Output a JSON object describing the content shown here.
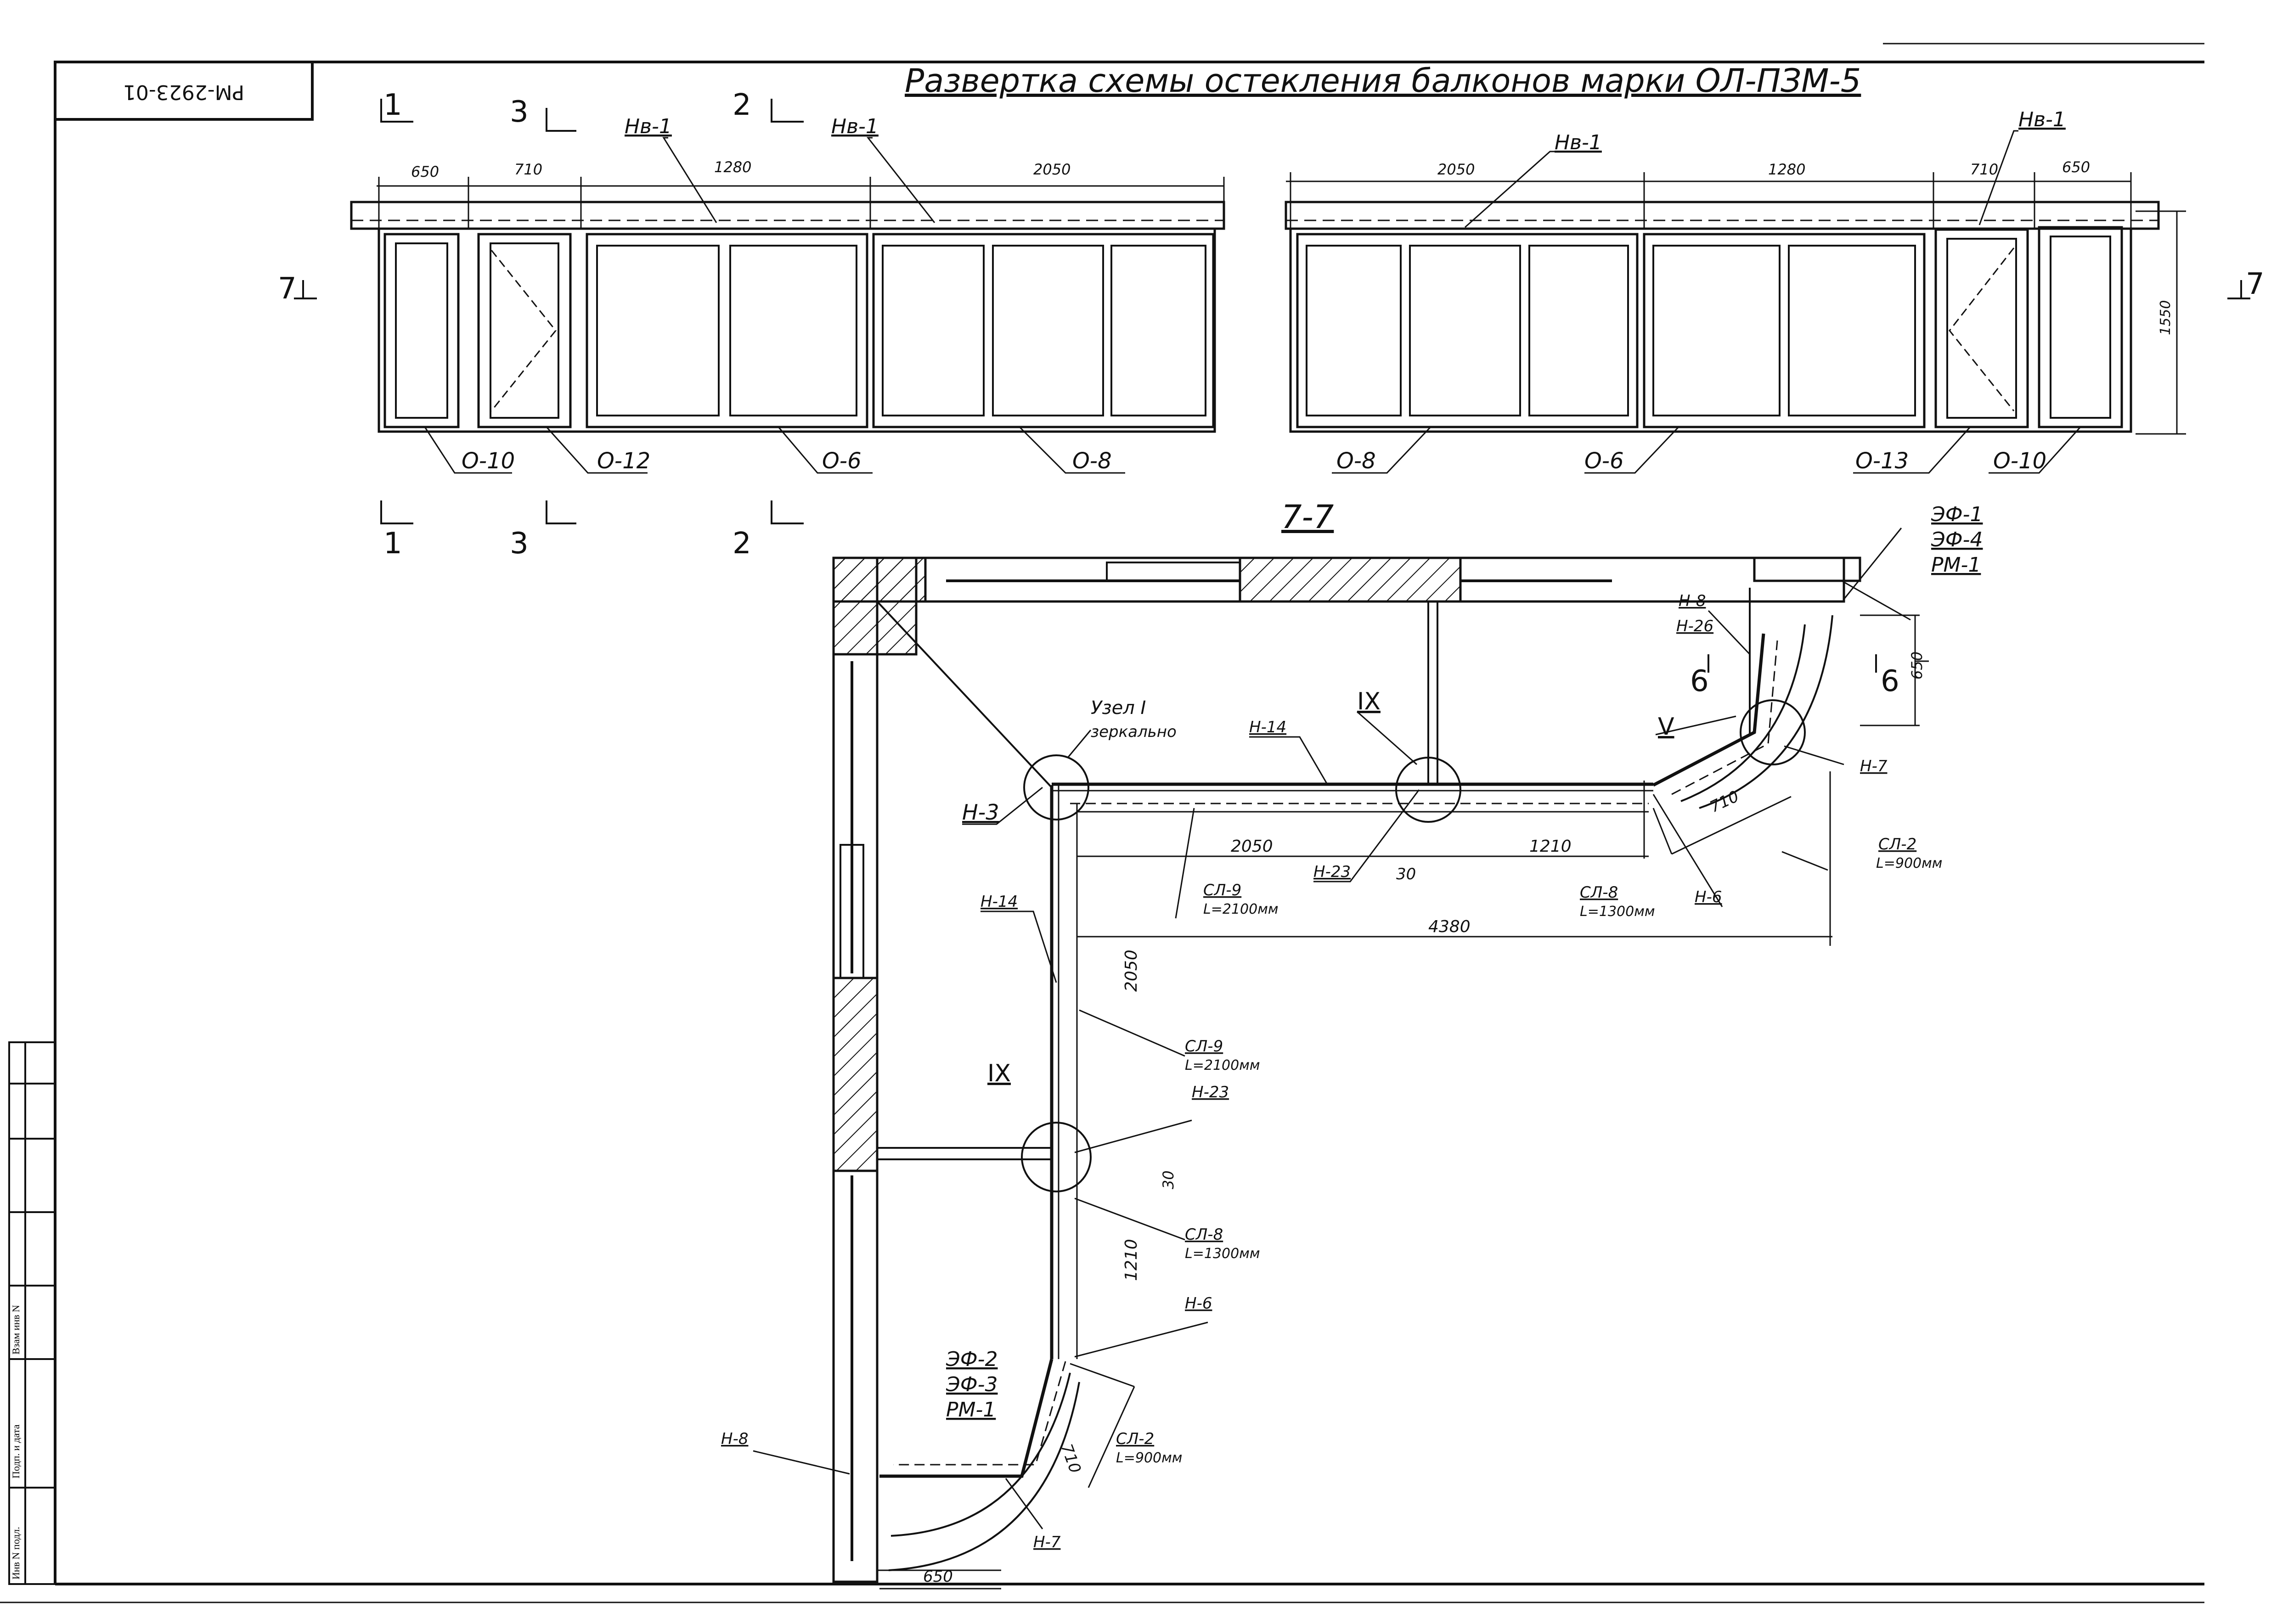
{
  "title": "Развертка схемы остекления балконов марки ОЛ-ПЗМ-5",
  "stamp": "РМ-2923-01",
  "section_view": "7-7",
  "cut_marks": {
    "s1": "1",
    "s2": "2",
    "s3": "3",
    "s6": "6",
    "s7": "7"
  },
  "elevation_left": {
    "dims": [
      "650",
      "710",
      "1280",
      "2050"
    ],
    "callouts": [
      "Нв-1",
      "Нв-1"
    ],
    "windows": [
      "О-10",
      "О-12",
      "О-6",
      "О-8"
    ]
  },
  "elevation_right": {
    "dims": [
      "2050",
      "1280",
      "710",
      "650"
    ],
    "callouts": [
      "Нв-1",
      "Нв-1"
    ],
    "windows": [
      "О-8",
      "О-6",
      "О-13",
      "О-10"
    ],
    "height_dim": "1550"
  },
  "plan": {
    "node_i": "Узел I",
    "node_i_note": "зеркально",
    "node_ix": "IX",
    "node_v": "V",
    "labels": {
      "h3": "Н-3",
      "h14": "Н-14",
      "h23": "Н-23",
      "h6": "Н-6",
      "h7": "Н-7",
      "h8": "Н-8",
      "h26": "Н-26",
      "ef1": "ЭФ-1",
      "ef4": "ЭФ-4",
      "rm1": "РМ-1",
      "ef2": "ЭФ-2",
      "ef3": "ЭФ-3",
      "sl9": "СЛ-9",
      "sl9_len": "L=2100мм",
      "sl8": "СЛ-8",
      "sl8_len": "L=1300мм",
      "sl2": "СЛ-2",
      "sl2_len": "L=900мм"
    },
    "dims": {
      "d2050": "2050",
      "d1210": "1210",
      "d30": "30",
      "d4380": "4380",
      "d710": "710",
      "d650": "650"
    }
  },
  "side_stamp": [
    "Инв N подл.",
    "Подп. и дата",
    "Взам инв N"
  ]
}
